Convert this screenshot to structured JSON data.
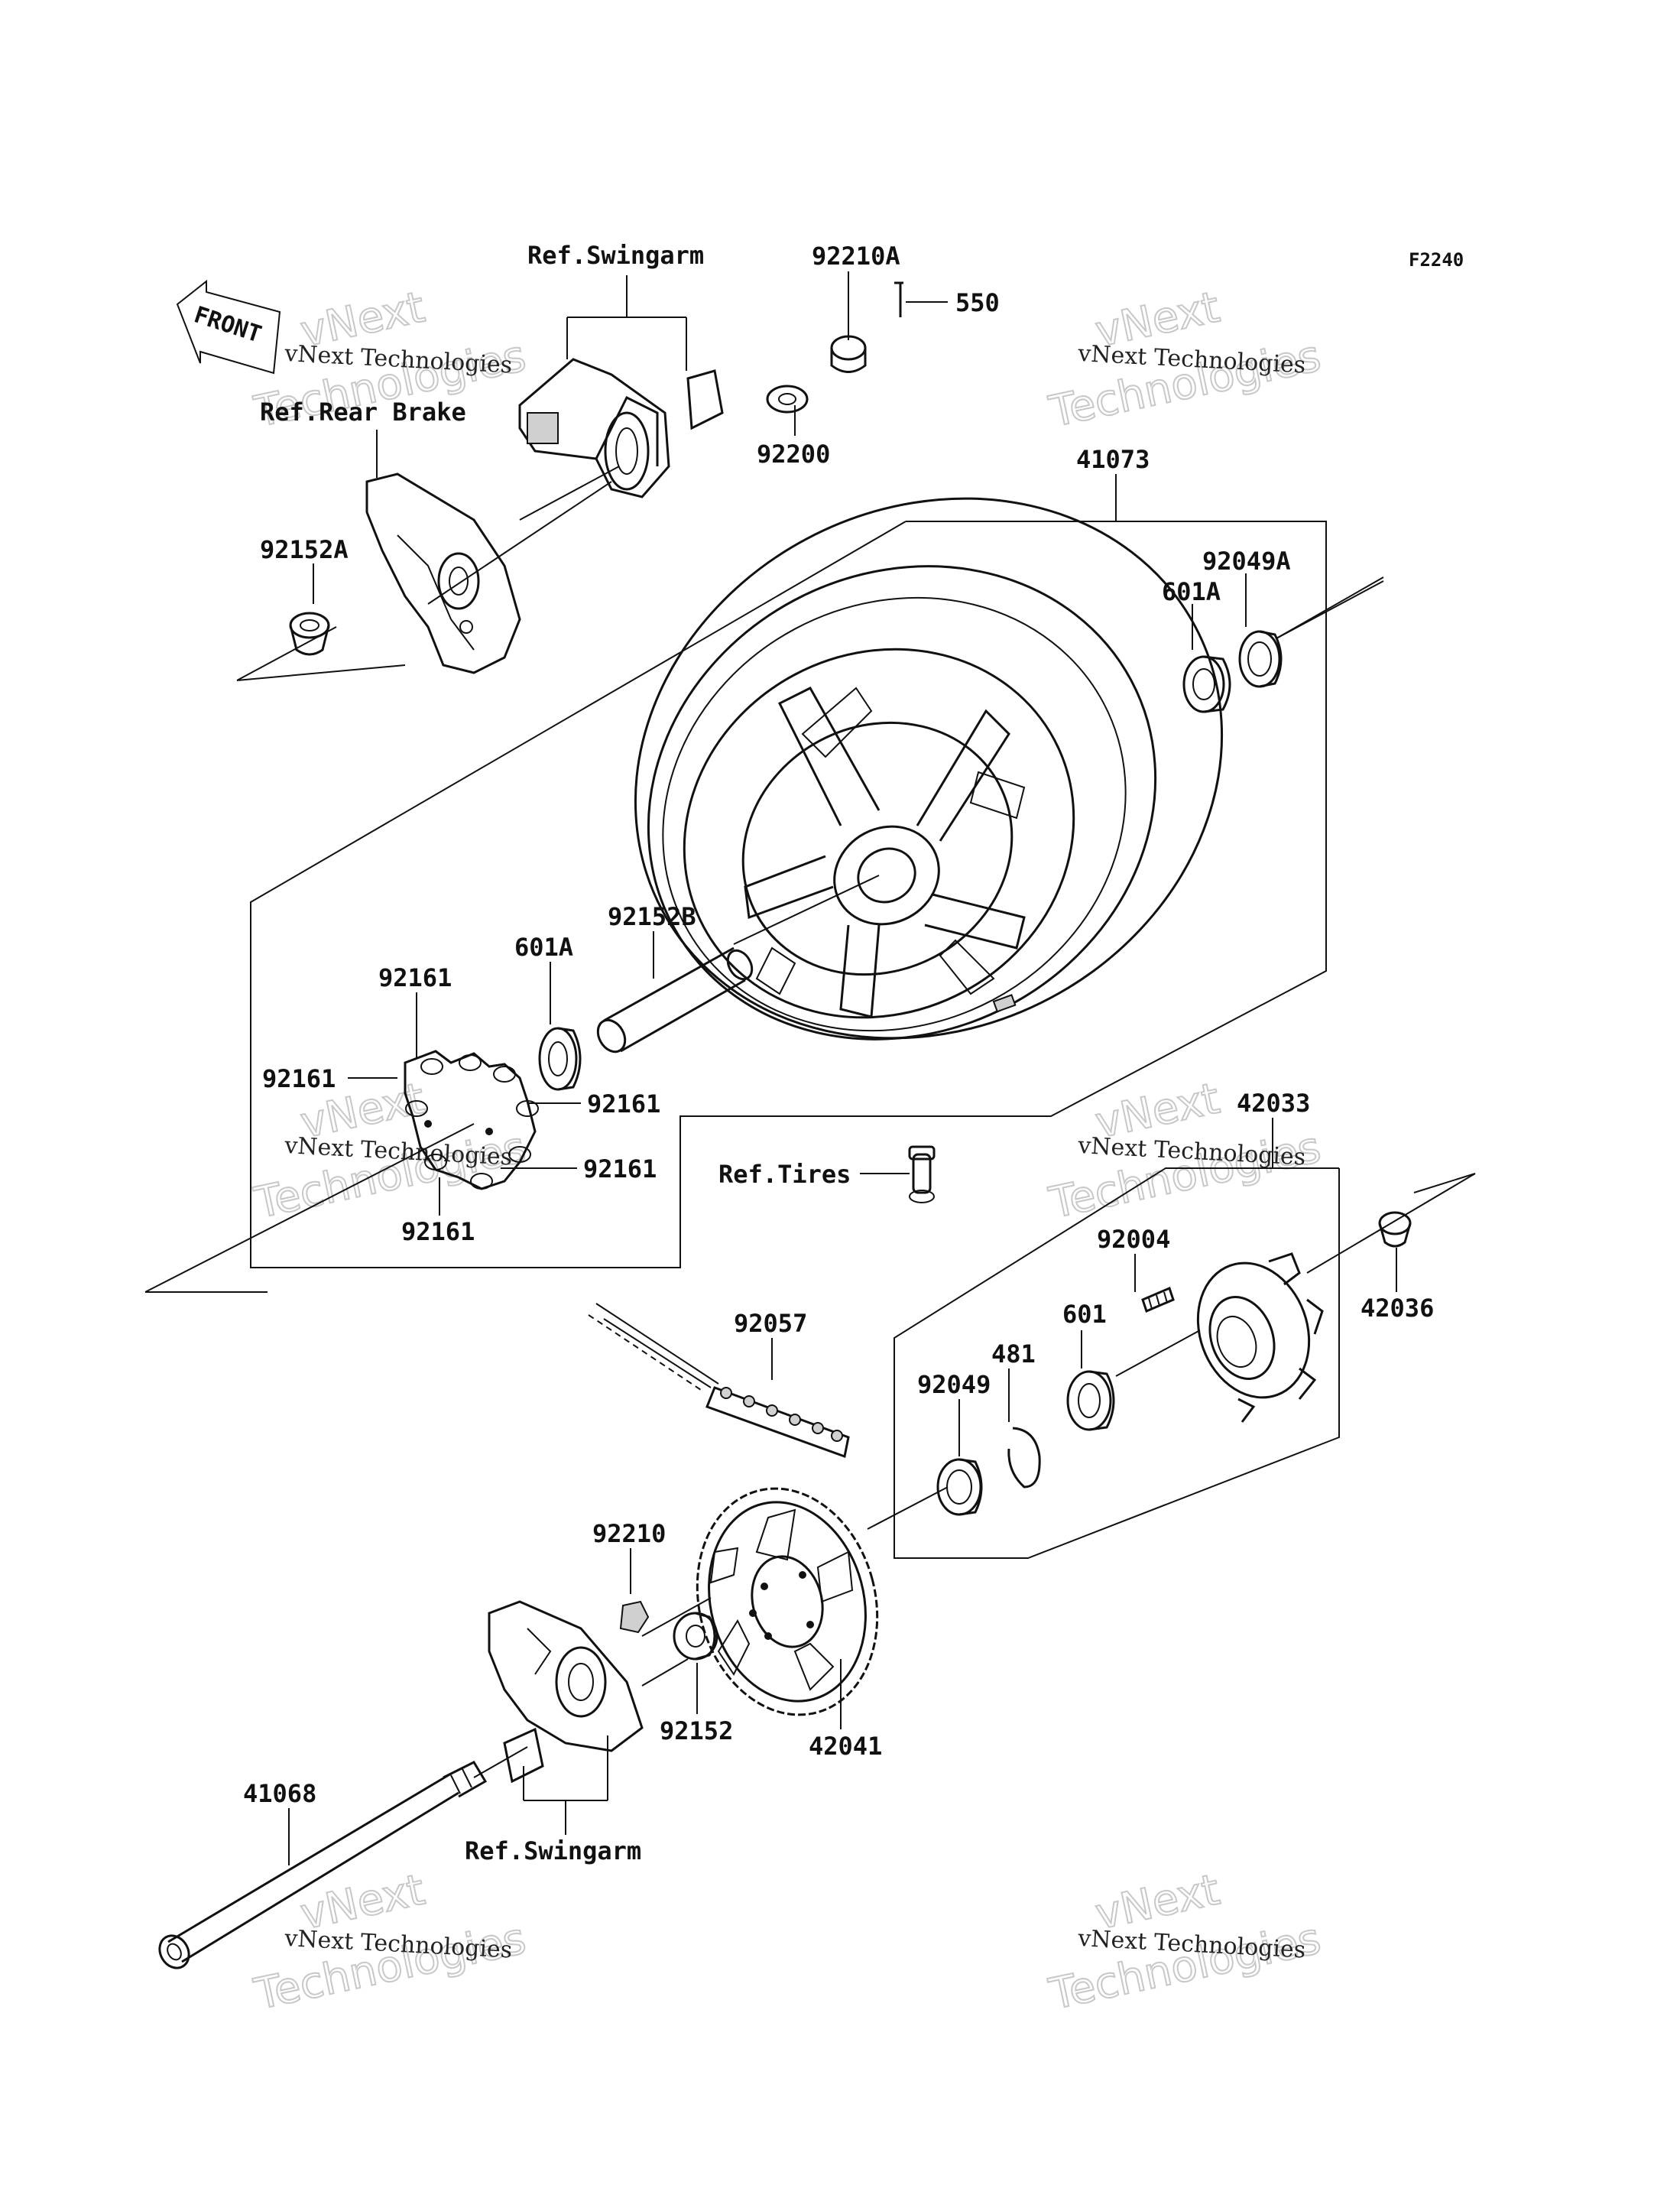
{
  "figure_code": "F2240",
  "front_label": "FRONT",
  "parts": [
    {
      "id": "p-550",
      "label": "550"
    },
    {
      "id": "p-92210A",
      "label": "92210A"
    },
    {
      "id": "p-92200",
      "label": "92200"
    },
    {
      "id": "p-41073",
      "label": "41073"
    },
    {
      "id": "p-92049A",
      "label": "92049A"
    },
    {
      "id": "p-601A-top",
      "label": "601A"
    },
    {
      "id": "p-92152A",
      "label": "92152A"
    },
    {
      "id": "p-92152B",
      "label": "92152B"
    },
    {
      "id": "p-601A-mid",
      "label": "601A"
    },
    {
      "id": "p-92161-a",
      "label": "92161"
    },
    {
      "id": "p-92161-b",
      "label": "92161"
    },
    {
      "id": "p-92161-c",
      "label": "92161"
    },
    {
      "id": "p-92161-d",
      "label": "92161"
    },
    {
      "id": "p-92161-e",
      "label": "92161"
    },
    {
      "id": "p-42033",
      "label": "42033"
    },
    {
      "id": "p-92004",
      "label": "92004"
    },
    {
      "id": "p-42036",
      "label": "42036"
    },
    {
      "id": "p-92057",
      "label": "92057"
    },
    {
      "id": "p-601",
      "label": "601"
    },
    {
      "id": "p-481",
      "label": "481"
    },
    {
      "id": "p-92049",
      "label": "92049"
    },
    {
      "id": "p-92210",
      "label": "92210"
    },
    {
      "id": "p-92152",
      "label": "92152"
    },
    {
      "id": "p-42041",
      "label": "42041"
    },
    {
      "id": "p-41068",
      "label": "41068"
    }
  ],
  "references": [
    {
      "id": "r-swingarm-top",
      "label": "Ref.Swingarm"
    },
    {
      "id": "r-rear-brake",
      "label": "Ref.Rear Brake"
    },
    {
      "id": "r-tires",
      "label": "Ref.Tires"
    },
    {
      "id": "r-swingarm-bottom",
      "label": "Ref.Swingarm"
    }
  ],
  "watermark": {
    "line1": "vNext",
    "line2": "vNext Technologies",
    "line3": "Technologies"
  }
}
